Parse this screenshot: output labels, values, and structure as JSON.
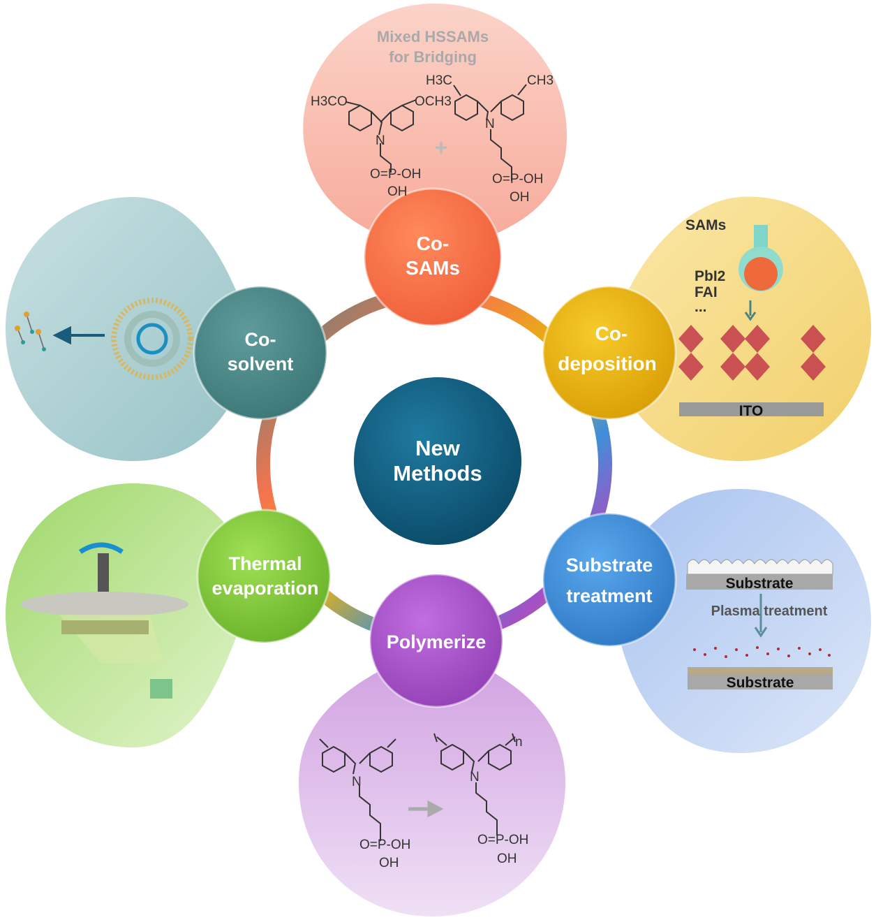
{
  "center": {
    "line1": "New",
    "line2": "Methods",
    "color": "#0e5a7e"
  },
  "nodes": {
    "co_sams": {
      "line1": "Co-",
      "line2": "SAMs",
      "color": "#f7744c"
    },
    "co_deposition": {
      "line1": "Co-",
      "line2": "deposition",
      "color": "#e8b20e"
    },
    "substrate_treatment": {
      "line1": "Substrate",
      "line2": "treatment",
      "color": "#3f8fd8"
    },
    "polymerize": {
      "line1": "Polymerize",
      "color": "#a64fc4"
    },
    "thermal_evaporation": {
      "line1": "Thermal",
      "line2": "evaporation",
      "color": "#7cc83a"
    },
    "co_solvent": {
      "line1": "Co-",
      "line2": "solvent",
      "color": "#4a8585"
    }
  },
  "co_sams_panel": {
    "title1": "Mixed HSSAMs",
    "title2": "for Bridging",
    "left_sub1": "H3CO",
    "left_sub2": "OCH3",
    "right_sub1": "H3C",
    "right_sub2": "CH3",
    "n": "N",
    "phos": "O=P-OH",
    "oh": "OH",
    "plus": "+"
  },
  "co_deposition_panel": {
    "sams": "SAMs",
    "pbi2": "PbI2",
    "fai": "FAI",
    "ellipsis": "...",
    "ito": "ITO"
  },
  "substrate_panel": {
    "substrate_top": "Substrate",
    "plasma": "Plasma treatment",
    "substrate_bottom": "Substrate"
  },
  "polymerize_panel": {
    "n": "N",
    "phos": "O=P-OH",
    "oh": "OH",
    "repeat": "n"
  }
}
